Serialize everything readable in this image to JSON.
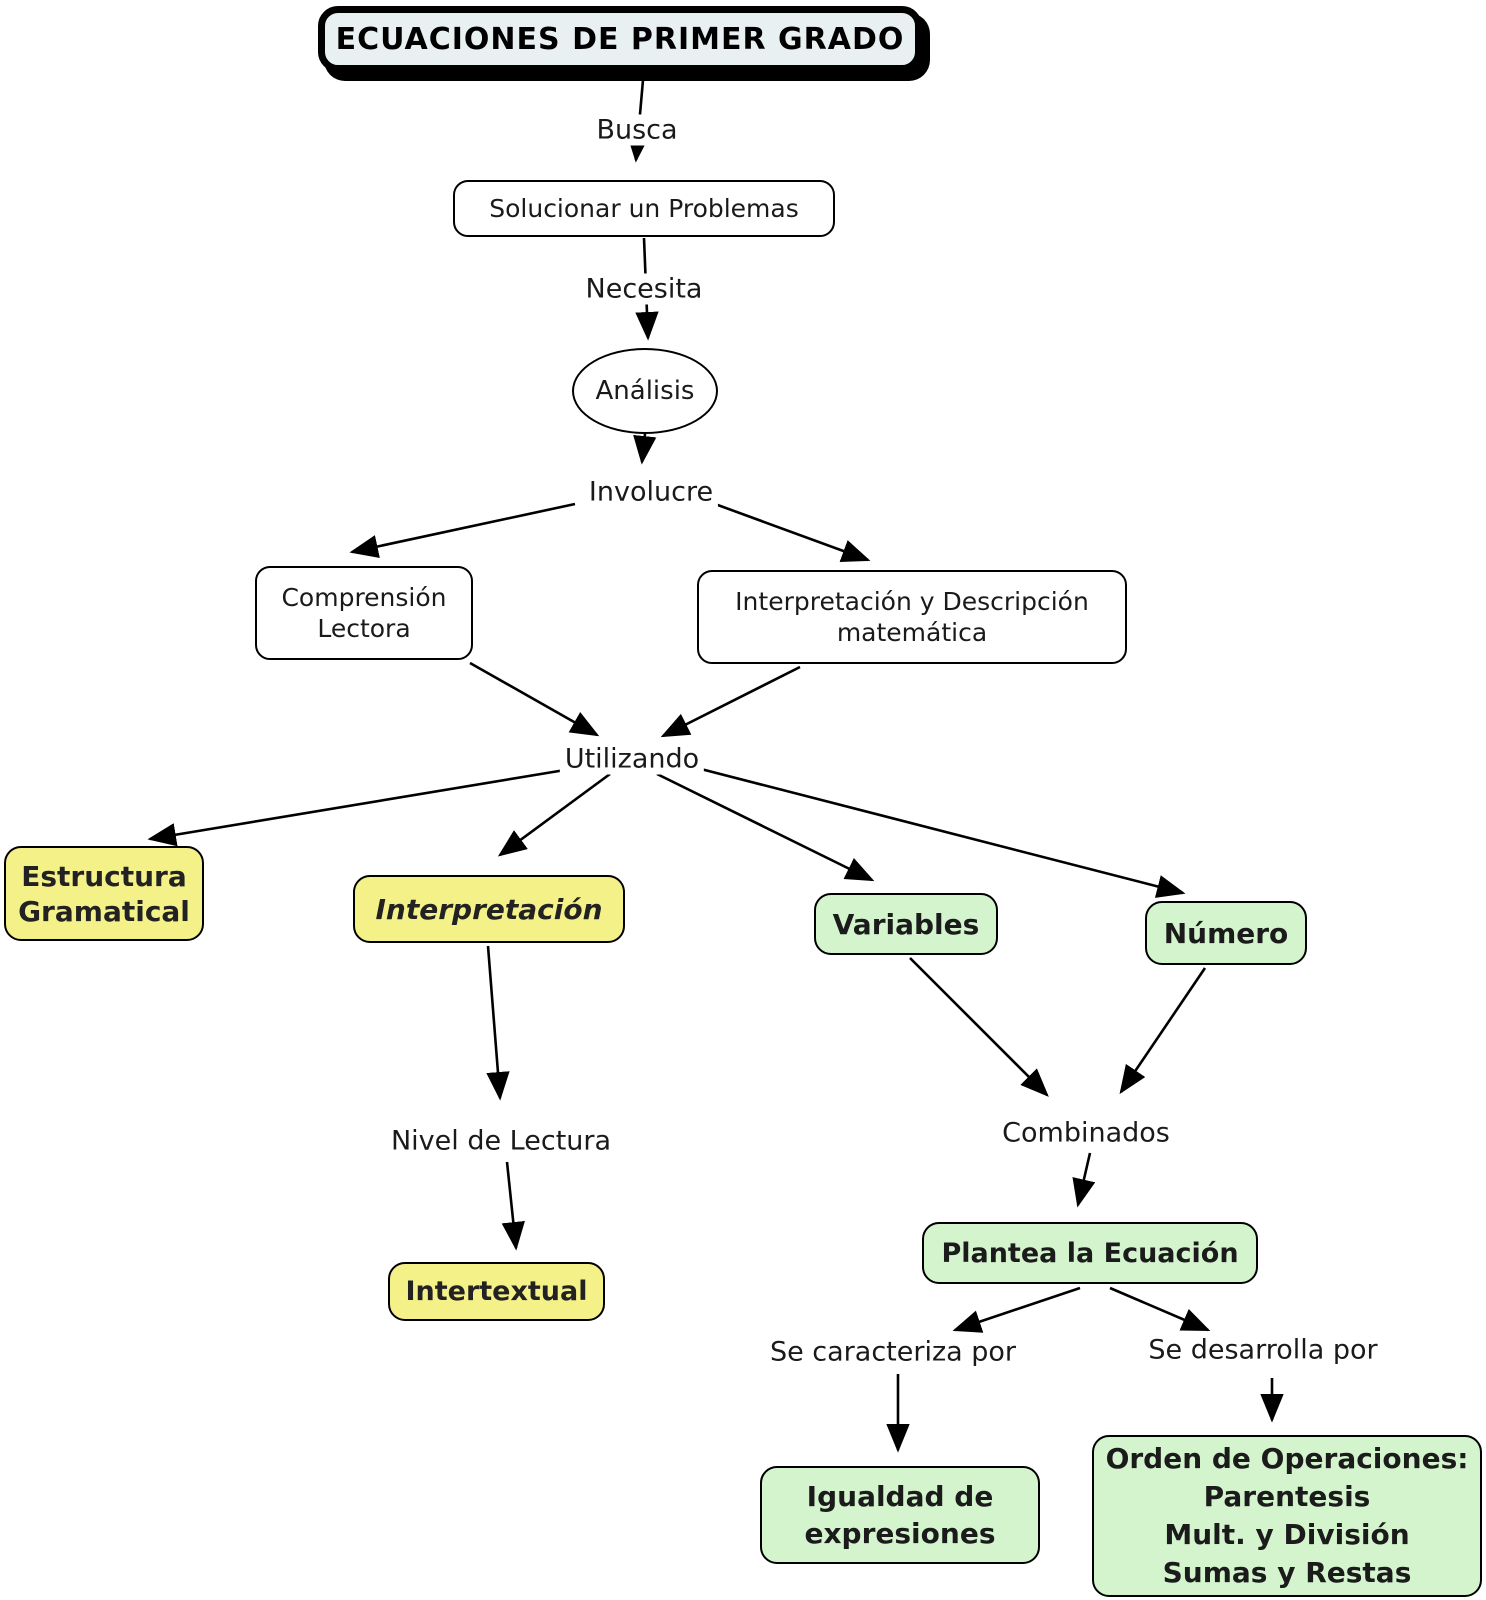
{
  "diagram": {
    "nodes": {
      "title": {
        "text": "ECUACIONES DE PRIMER GRADO"
      },
      "solucionar": {
        "text": "Solucionar un Problemas"
      },
      "analisis": {
        "text": "Análisis"
      },
      "comprension": {
        "line1": "Comprensión",
        "line2": "Lectora"
      },
      "interpretacion_descripcion": {
        "line1": "Interpretación y Descripción",
        "line2": "matemática"
      },
      "estructura": {
        "line1": "Estructura",
        "line2": "Gramatical"
      },
      "interpretacion": {
        "text": "Interpretación"
      },
      "variables": {
        "text": "Variables"
      },
      "numero": {
        "text": "Número"
      },
      "intertextual": {
        "text": "Intertextual"
      },
      "plantea": {
        "text": "Plantea la Ecuación"
      },
      "igualdad": {
        "line1": "Igualdad de",
        "line2": "expresiones"
      },
      "orden": {
        "line1": "Orden de Operaciones:",
        "line2": "Parentesis",
        "line3": "Mult. y División",
        "line4": "Sumas y Restas"
      }
    },
    "linking_phrases": {
      "busca": "Busca",
      "necesita": "Necesita",
      "involucre": "Involucre",
      "utilizando": "Utilizando",
      "nivel_de_lectura": "Nivel de Lectura",
      "combinados": "Combinados",
      "se_caracteriza": "Se caracteriza por",
      "se_desarrolla": "Se desarrolla por"
    },
    "colors": {
      "yellow": "#f5f189",
      "green": "#d3f4cd",
      "title_fill": "#e9f0f2",
      "box_fill": "#ffffff",
      "line": "#000000"
    }
  }
}
